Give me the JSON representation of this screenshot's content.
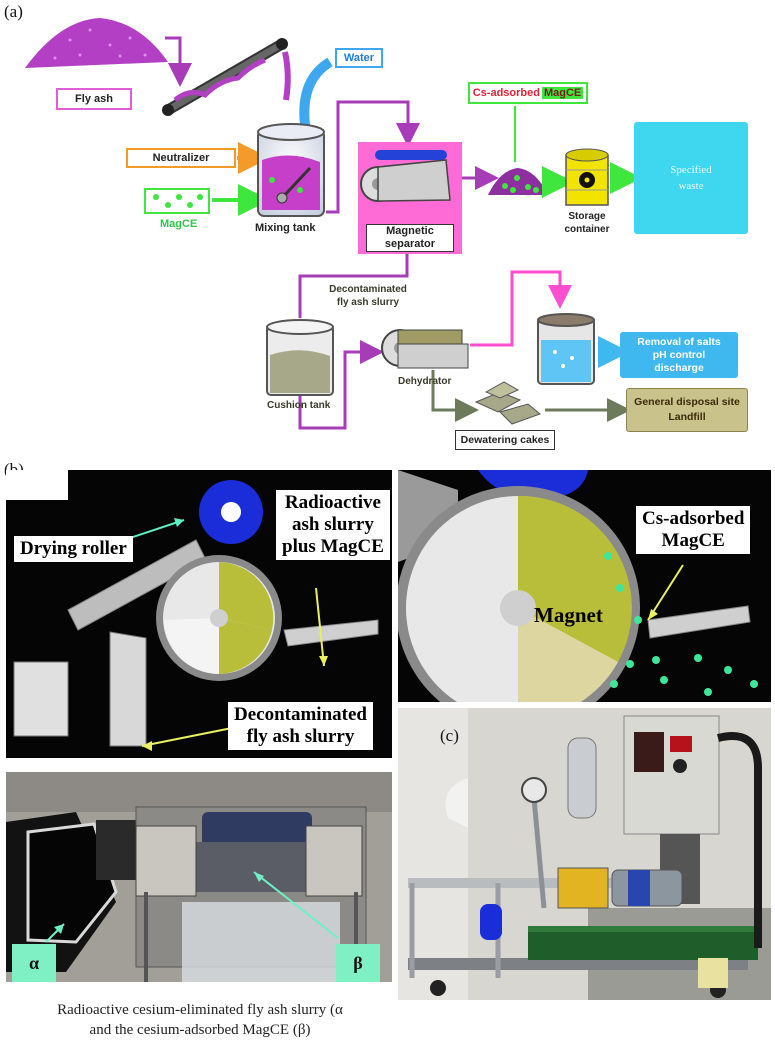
{
  "panel_a": {
    "letter": "(a)",
    "fly_ash": "Fly ash",
    "water": "Water",
    "neutralizer": "Neutralizer",
    "magce": "MagCE",
    "mixing_tank": "Mixing tank",
    "magnetic_separator": "Magnetic\nseparator",
    "cs_adsorbed": "Cs-adsorbed",
    "cs_magce": "MagCE",
    "storage_container": "Storage\ncontainer",
    "specified_waste": "Specified\nwaste",
    "decontaminated": "Decontaminated\nfly ash slurry",
    "cushion_tank": "Cushion tank",
    "dehydrator": "Dehydrator",
    "removal": "Removal of salts\npH control\ndischarge",
    "dewatering": "Dewatering cakes",
    "disposal": "General disposal site\nLandfill"
  },
  "panel_b": {
    "letter": "(b)",
    "drying_roller": "Drying roller",
    "radioactive_slurry": "Radioactive\nash slurry\nplus MagCE",
    "decontaminated_slurry": "Decontaminated\nfly ash slurry",
    "cs_adsorbed_magce": "Cs-adsorbed\nMagCE",
    "magnet": "Magnet",
    "alpha": "α",
    "beta": "β",
    "caption": "Radioactive cesium-eliminated fly ash slurry (α\nand the cesium-adsorbed MagCE (β)"
  },
  "panel_c": {
    "letter": "(c)"
  },
  "colors": {
    "purple": "#b23fc4",
    "pink_box": "#ff6bd6",
    "green_arrow": "#3ee63e",
    "orange": "#f39a2b",
    "cyan_box": "#3fd6ef",
    "olive_box": "#c9c38b",
    "magnet_blue": "#1a2dd8"
  }
}
